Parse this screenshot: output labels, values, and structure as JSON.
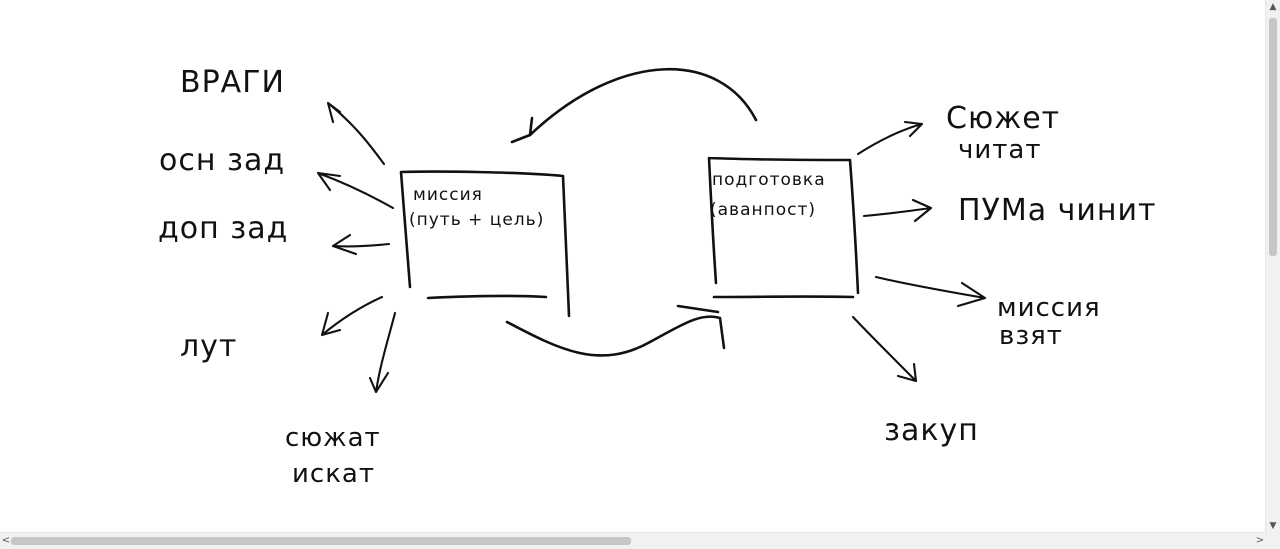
{
  "diagram": {
    "nodes": {
      "mission": {
        "line1": "миссия",
        "line2": "(путь + цель)"
      },
      "prep": {
        "line1": "подготовка",
        "line2": "(аванпост)"
      }
    },
    "mission_outputs": {
      "enemies": "ВРАГИ",
      "main_task": "осн зад",
      "side_task": "доп зад",
      "loot": "лут",
      "story_line1": "сюжат",
      "story_line2": "искат"
    },
    "prep_outputs": {
      "story_line1": "Сюжет",
      "story_line2": "читат",
      "puma": "ПУМа чинит",
      "take_line1": "миссия",
      "take_line2": "взят",
      "purchase": "закуп"
    }
  },
  "scrollbars": {
    "left_arrow": "<",
    "right_arrow": ">",
    "up_arrow": "▲",
    "down_arrow": "▼"
  }
}
